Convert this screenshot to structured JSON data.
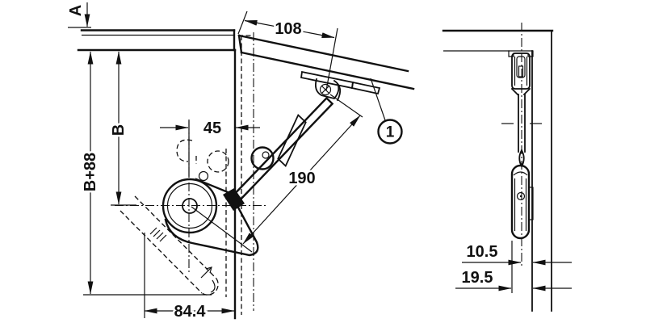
{
  "drawing": {
    "background": "#ffffff",
    "line_color": "#111111",
    "views": {
      "side": {
        "dimensions": {
          "top_clearance": "A",
          "pivot_depth": "B",
          "total_height": "B+88",
          "axis_to_front": "45",
          "flap_fixing": "108",
          "arm_length": "190",
          "housing_depth": "84.4"
        },
        "callout": {
          "number": "1"
        }
      },
      "front": {
        "dimensions": {
          "centerline_to_panel": "10.5",
          "outer_to_panel": "19.5"
        }
      }
    }
  }
}
